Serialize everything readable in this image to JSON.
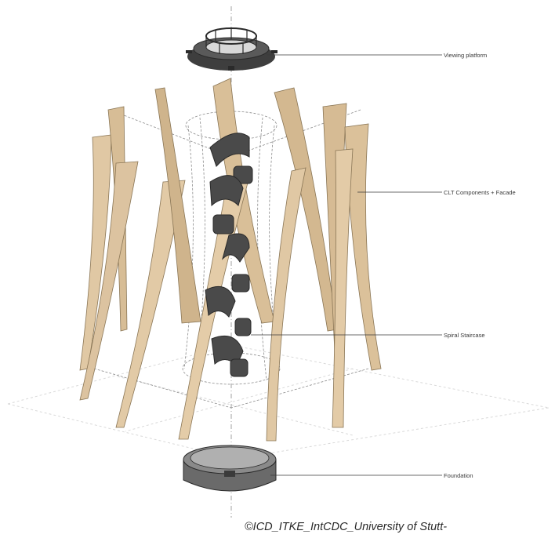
{
  "labels": {
    "viewing_platform": "Viewing platform",
    "clt_components": "CLT Components + Facade",
    "spiral_staircase": "Spiral Staircase",
    "foundation": "Foundation"
  },
  "credit": "©ICD_ITKE_IntCDC_University of Stutt-",
  "colors": {
    "timber": "#dcc3a0",
    "timber_dark": "#b59a74",
    "steel": "#4a4a4a",
    "concrete": "#6e6e6e",
    "guide_line": "#9a9a9a"
  }
}
